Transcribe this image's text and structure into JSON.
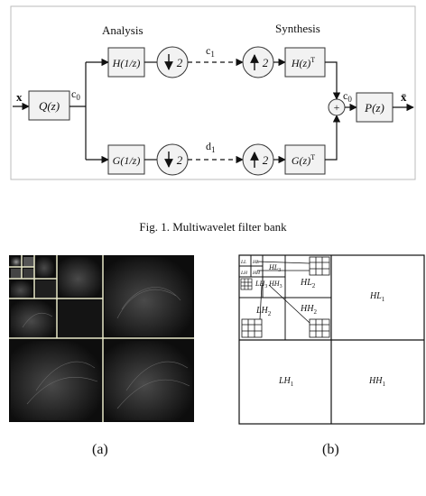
{
  "diagram": {
    "header_analysis": "Analysis",
    "header_synthesis": "Synthesis",
    "input_x": "x",
    "output_x": "x̄",
    "signal_c0": "c",
    "signal_c0_sub": "0",
    "signal_c1": "c",
    "signal_c1_sub": "1",
    "signal_d1": "d",
    "signal_d1_sub": "1",
    "signal_c0_out": "c",
    "signal_c0_out_sub": "0",
    "block_Q": "Q(z)",
    "block_H_analysis": "H(1/z)",
    "block_G_analysis": "G(1/z)",
    "block_H_synthesis": "H(z)",
    "block_G_synthesis": "G(z)",
    "superscript_T": "T",
    "block_P": "P(z)",
    "downsample_factor": "2",
    "upsample_factor": "2",
    "adder_symbol": "+"
  },
  "captions": {
    "fig1": "Fig. 1.  Multiwavelet filter bank",
    "sub_a": "(a)",
    "sub_b": "(b)"
  },
  "subbands": {
    "LL": "LL",
    "HL_tiny": "HL",
    "LH_tiny": "LH",
    "HH_tiny": "HH",
    "HL3": "HL",
    "HH3": "HH",
    "LH3": "LH",
    "sub_3": "3",
    "HL2": "HL",
    "LH2": "LH",
    "HH2": "HH",
    "sub_2": "2",
    "HL1": "HL",
    "LH1": "LH",
    "HH1": "HH",
    "sub_1": "1"
  },
  "colors": {
    "border_gray": "#bbbbbb",
    "panel_line": "#e8e8c8"
  }
}
